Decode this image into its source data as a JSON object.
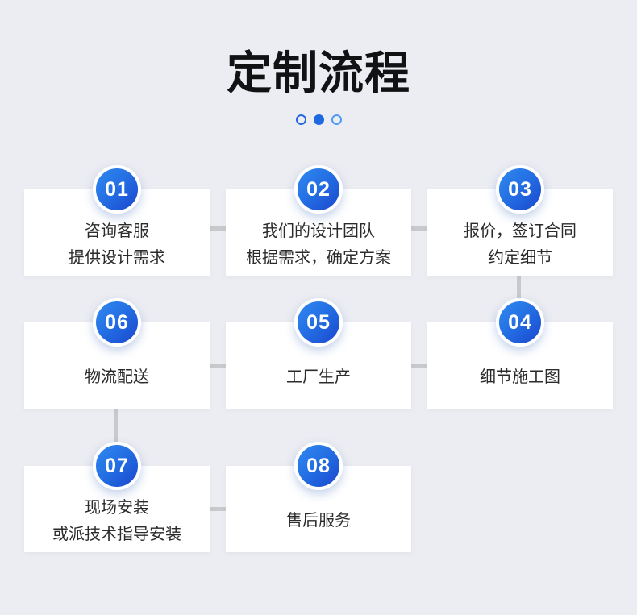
{
  "title": "定制流程",
  "carousel": {
    "dots": [
      {
        "state": "inactive",
        "style": "outline",
        "color": "#2766DC"
      },
      {
        "state": "active",
        "style": "filled",
        "color": "#1E68E0"
      },
      {
        "state": "inactive",
        "style": "outline",
        "color": "#4D9BF2"
      }
    ]
  },
  "steps": [
    {
      "number": "01",
      "lines": [
        "咨询客服",
        "提供设计需求"
      ]
    },
    {
      "number": "02",
      "lines": [
        "我们的设计团队",
        "根据需求，确定方案"
      ]
    },
    {
      "number": "03",
      "lines": [
        "报价，签订合同",
        "约定细节"
      ]
    },
    {
      "number": "04",
      "lines": [
        "细节施工图"
      ]
    },
    {
      "number": "05",
      "lines": [
        "工厂生产"
      ]
    },
    {
      "number": "06",
      "lines": [
        "物流配送"
      ]
    },
    {
      "number": "07",
      "lines": [
        "现场安装",
        "或派技术指导安装"
      ]
    },
    {
      "number": "08",
      "lines": [
        "售后服务"
      ]
    }
  ],
  "flow_order": [
    "01",
    "02",
    "03",
    "04",
    "05",
    "06",
    "07",
    "08"
  ],
  "colors": {
    "background": "#ECEDF2",
    "card": "#FFFFFF",
    "badge_gradient_start": "#3189F0",
    "badge_gradient_end": "#1A47CE",
    "badge_ring": "#FFFFFF",
    "connector": "#C8C9CC",
    "title_text": "#111214",
    "step_text": "#2B2B2B",
    "badge_number_text": "#FFFFFF"
  }
}
